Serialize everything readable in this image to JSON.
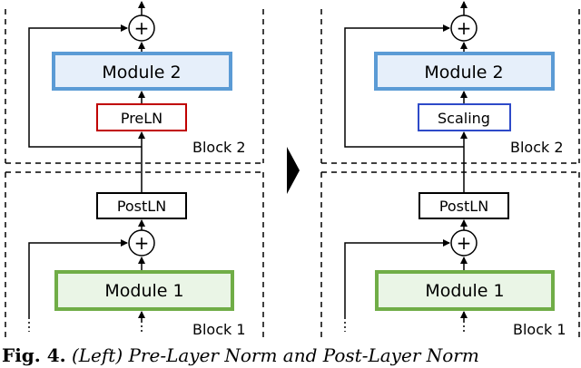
{
  "left": {
    "module_top": "Module 2",
    "norm_top": "PreLN",
    "norm_mid": "PostLN",
    "module_bottom": "Module 1",
    "block_top": "Block 2",
    "block_bottom": "Block 1",
    "plus_top": "+",
    "plus_bottom": "+"
  },
  "right": {
    "module_top": "Module 2",
    "norm_top": "Scaling",
    "norm_mid": "PostLN",
    "module_bottom": "Module 1",
    "block_top": "Block 2",
    "block_bottom": "Block 1",
    "plus_top": "+",
    "plus_bottom": "+"
  },
  "caption": {
    "fig_label": "Fig. 4.",
    "text": "(Left) Pre-Layer Norm and Post-Layer Norm"
  },
  "colors": {
    "module_top_fill": "#e6effa",
    "module_top_border": "#5b9bd5",
    "module_bottom_fill": "#eaf5e6",
    "module_bottom_border": "#70ad47",
    "preln_border": "#c00000",
    "scaling_border": "#2e4ac8"
  }
}
